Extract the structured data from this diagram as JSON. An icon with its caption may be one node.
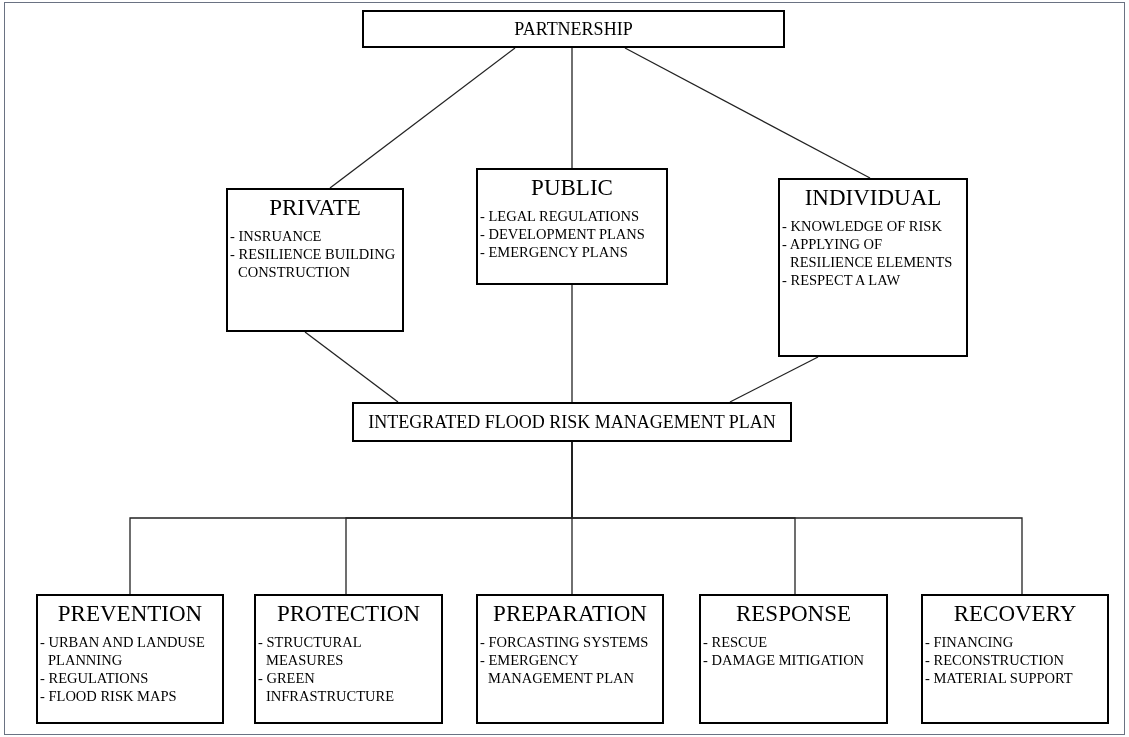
{
  "diagram": {
    "nodes": [
      {
        "text": [
          "PARTNERSHIP"
        ]
      },
      {
        "text": [
          "PRIVATE",
          "- INSRUANCE",
          "- RESILIENCE BUILDING CONSTRUCTION"
        ]
      },
      {
        "text": [
          "PUBLIC",
          "- LEGAL REGULATIONS",
          "- DEVELOPMENT PLANS",
          "- EMERGENCY PLANS"
        ]
      },
      {
        "text": [
          "INDIVIDUAL",
          "- KNOWLEDGE OF RISK",
          "- APPLYING OF RESILIENCE ELEMENTS",
          "- RESPECT A LAW"
        ]
      },
      {
        "text": [
          "INTEGRATED FLOOD RISK MANAGEMENT PLAN"
        ]
      },
      {
        "text": [
          "PREVENTION",
          "- URBAN AND LANDUSE PLANNING",
          "- REGULATIONS",
          "- FLOOD RISK MAPS"
        ]
      },
      {
        "text": [
          "PROTECTION",
          "- STRUCTURAL MEASURES",
          "- GREEN INFRASTRUCTURE"
        ]
      },
      {
        "text": [
          "PREPARATION",
          "- FORCASTING SYSTEMS",
          "- EMERGENCY MANAGEMENT PLAN"
        ]
      },
      {
        "text": [
          "RESPONSE",
          "- RESCUE",
          "- DAMAGE MITIGATION"
        ]
      },
      {
        "text": [
          "RECOVERY",
          "- FINANCING",
          "- RECONSTRUCTION",
          "- MATERIAL SUPPORT"
        ]
      }
    ],
    "edges": [
      {
        "from": 0,
        "to": 1,
        "arrow": "none"
      },
      {
        "from": 0,
        "to": 2,
        "arrow": "none"
      },
      {
        "from": 0,
        "to": 3,
        "arrow": "none"
      },
      {
        "from": 1,
        "to": 4,
        "arrow": "none"
      },
      {
        "from": 2,
        "to": 4,
        "arrow": "none"
      },
      {
        "from": 3,
        "to": 4,
        "arrow": "none"
      },
      {
        "from": 4,
        "to": 5,
        "arrow": "none"
      },
      {
        "from": 4,
        "to": 6,
        "arrow": "none"
      },
      {
        "from": 4,
        "to": 7,
        "arrow": "none"
      },
      {
        "from": 4,
        "to": 8,
        "arrow": "none"
      },
      {
        "from": 4,
        "to": 9,
        "arrow": "none"
      }
    ]
  }
}
